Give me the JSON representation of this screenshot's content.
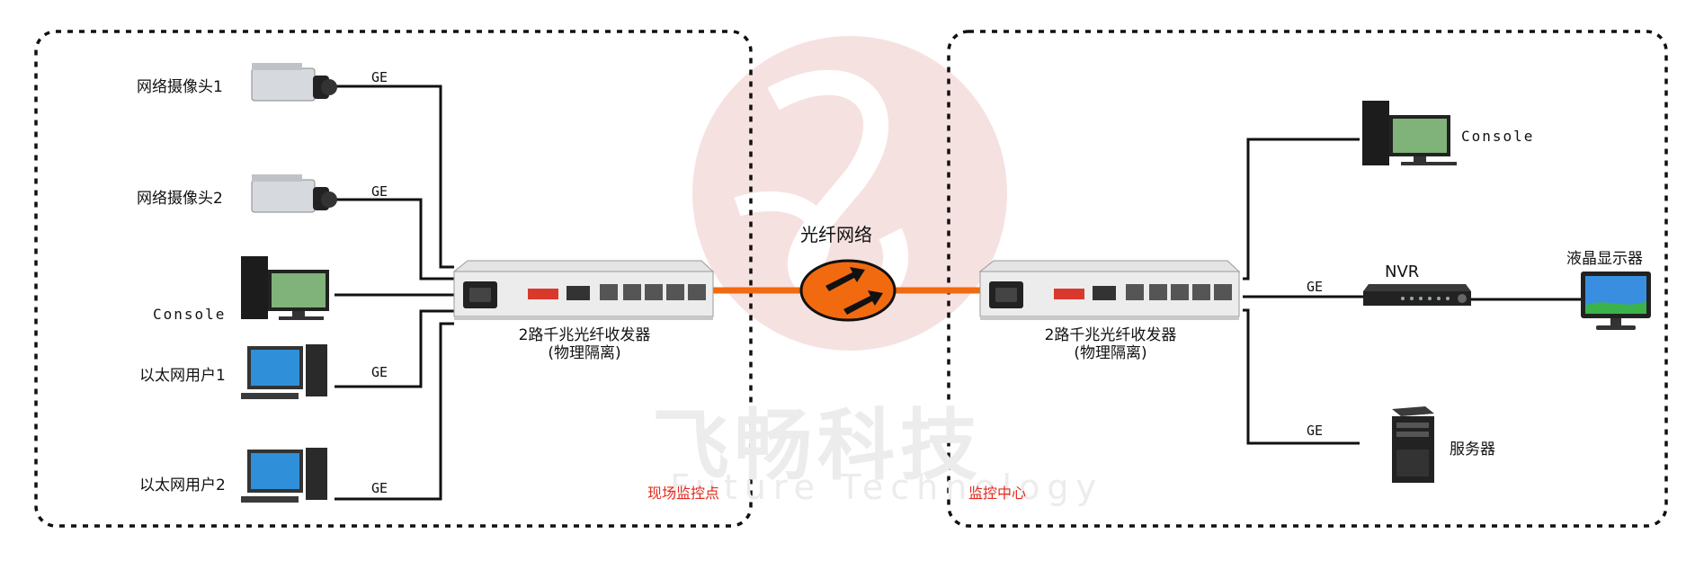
{
  "watermark": {
    "cn": "飞畅科技",
    "en": "Future Technology"
  },
  "left_zone": {
    "label": "现场监控点"
  },
  "right_zone": {
    "label": "监控中心"
  },
  "network": {
    "label": "光纤网络"
  },
  "left_transceiver": {
    "line1": "2路千兆光纤收发器",
    "line2": "(物理隔离)"
  },
  "right_transceiver": {
    "line1": "2路千兆光纤收发器",
    "line2": "(物理隔离)"
  },
  "left_devices": {
    "camera1": "网络摄像头1",
    "camera2": "网络摄像头2",
    "console": "Console",
    "user1": "以太网用户1",
    "user2": "以太网用户2"
  },
  "right_devices": {
    "console": "Console",
    "nvr": "NVR",
    "monitor": "液晶显示器",
    "server": "服务器"
  },
  "link_label": "GE",
  "colors": {
    "fiber": "#f26a0f",
    "zone_red": "#e32a1c",
    "line": "#111111",
    "watermark": "#f2d6d6"
  }
}
